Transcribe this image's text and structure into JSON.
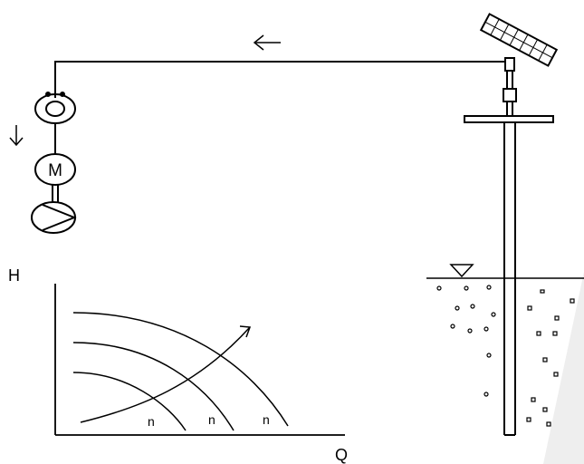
{
  "diagram": {
    "axis_h_label": "H",
    "axis_q_label": "Q",
    "motor_label": "M",
    "curve_labels": [
      "n",
      "n",
      "n"
    ],
    "flow_arrow_direction": "left",
    "rotation_arrow_direction": "down",
    "colors": {
      "line": "#000000",
      "background": "#ffffff",
      "watermark": "#eeeeee"
    }
  }
}
